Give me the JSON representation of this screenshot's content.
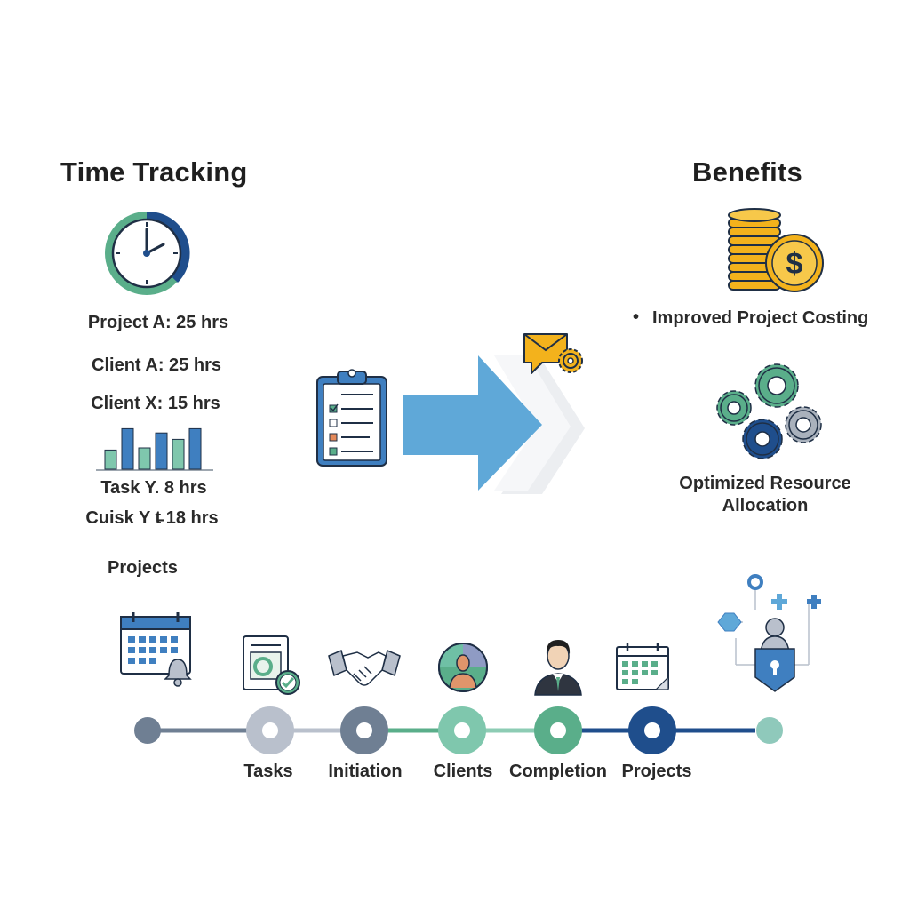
{
  "left_panel": {
    "title": "Time Tracking",
    "entries": [
      "Project A: 25 hrs",
      "Client A: 25 hrs",
      "Client X: 15 hrs",
      "Task Y. 8 hrs",
      "Cuisk Y t̵ 18 hrs"
    ],
    "projects_label": "Projects",
    "mini_bars": [
      0.45,
      0.95,
      0.5,
      0.85,
      0.7,
      0.95
    ]
  },
  "right_panel": {
    "title": "Benefits",
    "benefit_1": "Improved Project Costing",
    "benefit_2_line1": "Optimized Resource",
    "benefit_2_line2": "Allocation"
  },
  "timeline": {
    "labels": [
      "Tasks",
      "Initiation",
      "Clients",
      "Completion",
      "Projects"
    ]
  },
  "colors": {
    "dark_blue": "#1f4e8c",
    "teal_green": "#5aae8a",
    "light_blue": "#5fa8d8",
    "gold": "#f3b21c",
    "slate": "#6f7f93",
    "grey": "#b9c0cc"
  },
  "icons": {
    "clock": "clock-icon",
    "clipboard": "clipboard-icon",
    "coins": "coins-icon",
    "gears": "gears-icon",
    "mail": "mail-gear-icon"
  }
}
